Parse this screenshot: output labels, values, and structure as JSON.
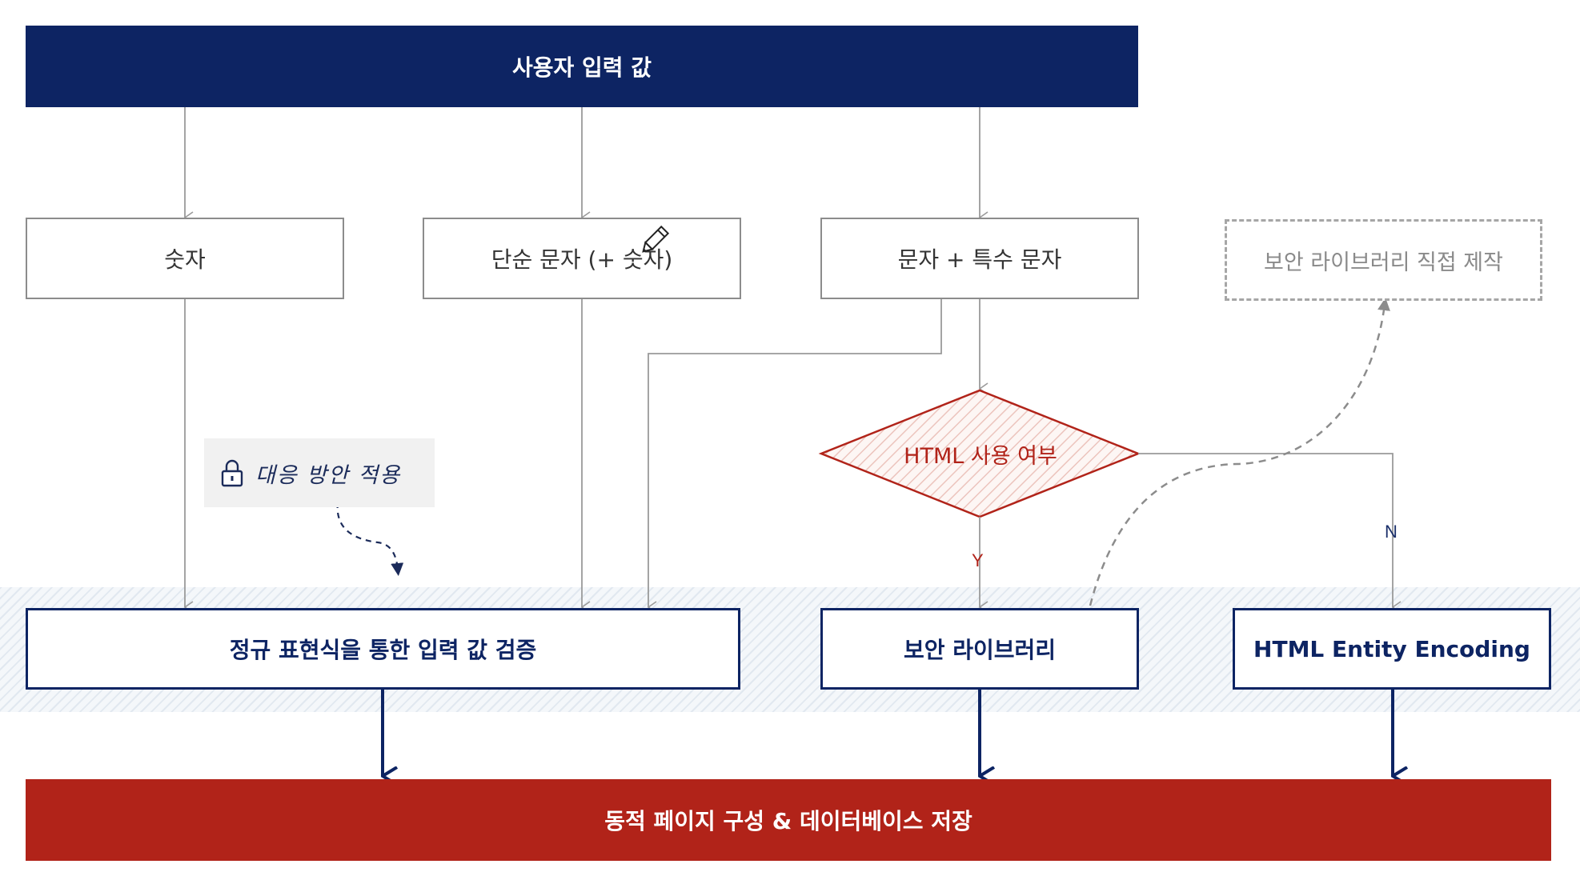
{
  "diagram": {
    "header": "사용자 입력 값",
    "input_types": [
      "숫자",
      "단순 문자 (+ 숫자)",
      "문자 + 특수 문자"
    ],
    "custom_library": "보안 라이브러리 직접 제작",
    "decision": "HTML 사용 여부",
    "branch_yes": "Y",
    "branch_no": "N",
    "note": "대응 방안 적용",
    "handlers": [
      "정규 표현식을 통한 입력 값 검증",
      "보안 라이브러리",
      "HTML Entity Encoding"
    ],
    "footer": "동적 페이지 구성 & 데이터베이스 저장"
  },
  "colors": {
    "navy": "#0d2463",
    "red": "#b12319",
    "gray_line": "#9a9a9a",
    "dashed": "#8c8c8c"
  },
  "icons": [
    "lock-icon",
    "pencil-cursor-icon"
  ]
}
